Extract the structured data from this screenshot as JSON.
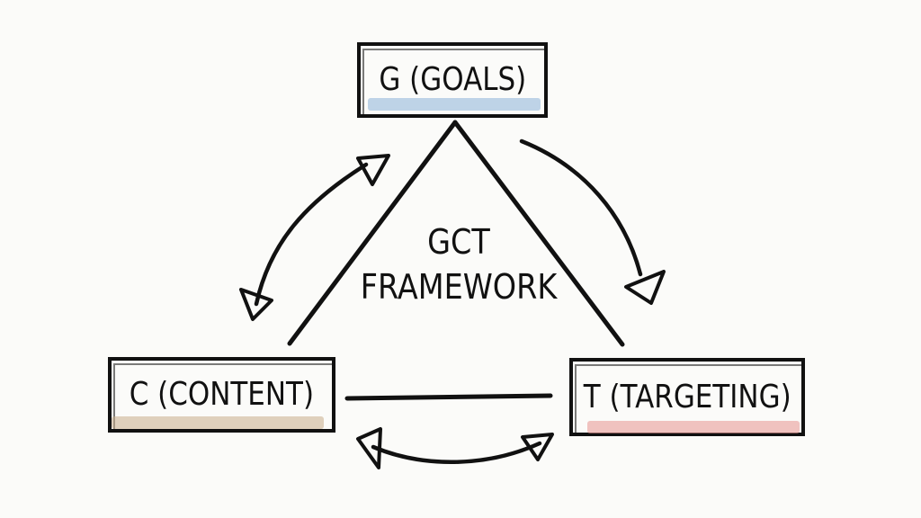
{
  "diagram": {
    "center_title_line1": "GCT",
    "center_title_line2": "FRAMEWORK",
    "nodes": {
      "goals": "G (GOALS)",
      "content": "C (CONTENT)",
      "targeting": "T (TARGETING)"
    },
    "colors": {
      "ink": "#111111",
      "goals_highlight": "#8db3d8",
      "content_highlight": "#c8ad8a",
      "targeting_highlight": "#e8938f",
      "background": "#fbfbf9"
    }
  }
}
